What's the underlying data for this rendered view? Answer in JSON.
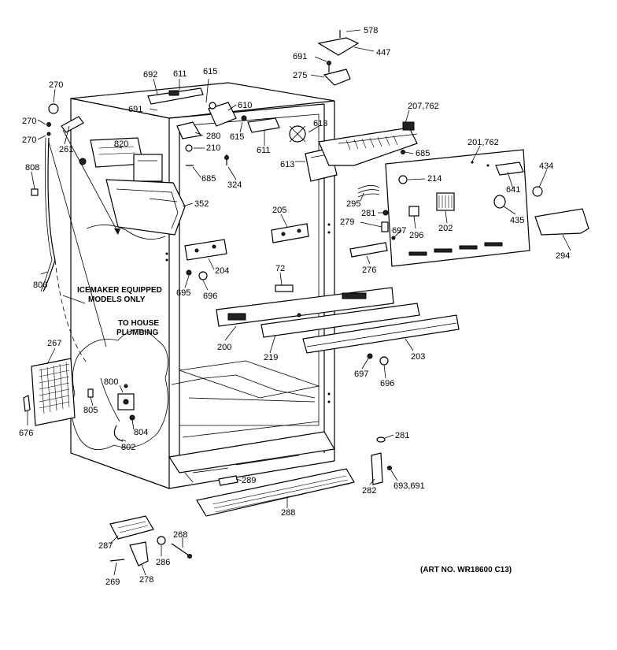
{
  "parts": [
    {
      "id": "p578",
      "text": "578"
    },
    {
      "id": "p447",
      "text": "447"
    },
    {
      "id": "p691a",
      "text": "691"
    },
    {
      "id": "p275",
      "text": "275"
    },
    {
      "id": "p270a",
      "text": "270"
    },
    {
      "id": "p692",
      "text": "692"
    },
    {
      "id": "p611a",
      "text": "611"
    },
    {
      "id": "p615a",
      "text": "615"
    },
    {
      "id": "p691b",
      "text": "691"
    },
    {
      "id": "p610",
      "text": "610"
    },
    {
      "id": "p207",
      "text": "207,762"
    },
    {
      "id": "p270b",
      "text": "270"
    },
    {
      "id": "p270c",
      "text": "270"
    },
    {
      "id": "p261",
      "text": "261"
    },
    {
      "id": "p280",
      "text": "280"
    },
    {
      "id": "p615b",
      "text": "615"
    },
    {
      "id": "p613a",
      "text": "613"
    },
    {
      "id": "p820",
      "text": "820"
    },
    {
      "id": "p210",
      "text": "210"
    },
    {
      "id": "p611b",
      "text": "611"
    },
    {
      "id": "p685a",
      "text": "685"
    },
    {
      "id": "p201",
      "text": "201,762"
    },
    {
      "id": "p808",
      "text": "808"
    },
    {
      "id": "p685b",
      "text": "685"
    },
    {
      "id": "p324",
      "text": "324"
    },
    {
      "id": "p613b",
      "text": "613"
    },
    {
      "id": "p214",
      "text": "214"
    },
    {
      "id": "p434",
      "text": "434"
    },
    {
      "id": "p352",
      "text": "352"
    },
    {
      "id": "p641",
      "text": "641"
    },
    {
      "id": "p295",
      "text": "295"
    },
    {
      "id": "p205",
      "text": "205"
    },
    {
      "id": "p281a",
      "text": "281"
    },
    {
      "id": "p279",
      "text": "279"
    },
    {
      "id": "p697a",
      "text": "697"
    },
    {
      "id": "p202",
      "text": "202"
    },
    {
      "id": "p435",
      "text": "435"
    },
    {
      "id": "p296",
      "text": "296"
    },
    {
      "id": "p294",
      "text": "294"
    },
    {
      "id": "p204",
      "text": "204"
    },
    {
      "id": "p276",
      "text": "276"
    },
    {
      "id": "p806",
      "text": "806"
    },
    {
      "id": "p72",
      "text": "72"
    },
    {
      "id": "p695",
      "text": "695"
    },
    {
      "id": "p696a",
      "text": "696"
    },
    {
      "id": "p267",
      "text": "267"
    },
    {
      "id": "p200",
      "text": "200"
    },
    {
      "id": "p219",
      "text": "219"
    },
    {
      "id": "p203",
      "text": "203"
    },
    {
      "id": "p697b",
      "text": "697"
    },
    {
      "id": "p696b",
      "text": "696"
    },
    {
      "id": "p800",
      "text": "800"
    },
    {
      "id": "p805",
      "text": "805"
    },
    {
      "id": "p804",
      "text": "804"
    },
    {
      "id": "p676",
      "text": "676"
    },
    {
      "id": "p802",
      "text": "802"
    },
    {
      "id": "p281b",
      "text": "281"
    },
    {
      "id": "p289",
      "text": "289"
    },
    {
      "id": "p282",
      "text": "282"
    },
    {
      "id": "p693",
      "text": "693,691"
    },
    {
      "id": "p288",
      "text": "288"
    },
    {
      "id": "p287",
      "text": "287"
    },
    {
      "id": "p268",
      "text": "268"
    },
    {
      "id": "p286",
      "text": "286"
    },
    {
      "id": "p269",
      "text": "269"
    },
    {
      "id": "p278",
      "text": "278"
    }
  ],
  "notes": {
    "icemaker_line1": "ICEMAKER EQUIPPED",
    "icemaker_line2": "MODELS ONLY",
    "house_line1": "TO HOUSE",
    "house_line2": "PLUMBING",
    "art_no": "(ART NO. WR18600 C13)"
  }
}
